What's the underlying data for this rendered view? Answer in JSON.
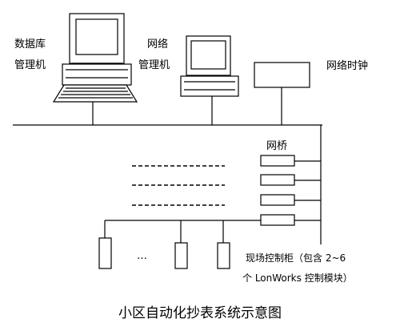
{
  "labels": {
    "db_manager_line1": "数据库",
    "db_manager_line2": "管理机",
    "net_manager_line1": "网络",
    "net_manager_line2": "管理机",
    "network_clock": "网络时钟",
    "bridge": "网桥",
    "ellipsis": "…",
    "cabinet_line1": "现场控制柜（包含 2~6",
    "cabinet_line2": "个 LonWorks 控制模块）"
  },
  "caption": "小区自动化抄表系统示意图"
}
